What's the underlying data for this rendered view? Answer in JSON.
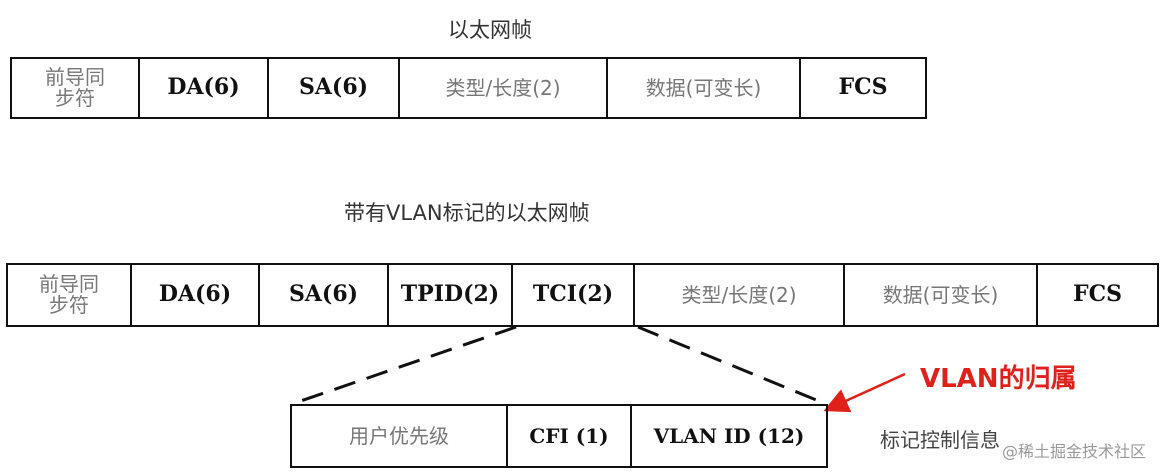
{
  "frame1": {
    "title": "以太网帧",
    "fields": [
      {
        "line1": "前导同",
        "line2": "步符"
      },
      {
        "label": "DA(6)"
      },
      {
        "label": "SA(6)"
      },
      {
        "label": "类型/长度(2)"
      },
      {
        "label": "数据(可变长)"
      },
      {
        "label": "FCS"
      }
    ]
  },
  "frame2": {
    "title": "带有VLAN标记的以太网帧",
    "fields": [
      {
        "line1": "前导同",
        "line2": "步符"
      },
      {
        "label": "DA(6)"
      },
      {
        "label": "SA(6)"
      },
      {
        "label": "TPID(2)"
      },
      {
        "label": "TCI(2)"
      },
      {
        "label": "类型/长度(2)"
      },
      {
        "label": "数据(可变长)"
      },
      {
        "label": "FCS"
      }
    ]
  },
  "tci": {
    "fields": [
      {
        "label": "用户优先级"
      },
      {
        "label": "CFI (1)"
      },
      {
        "label": "VLAN ID (12)"
      }
    ],
    "side_label": "标记控制信息"
  },
  "annotation": {
    "text": "VLAN的归属",
    "color": "#e0201b"
  },
  "watermark": "@稀土掘金技术社区"
}
